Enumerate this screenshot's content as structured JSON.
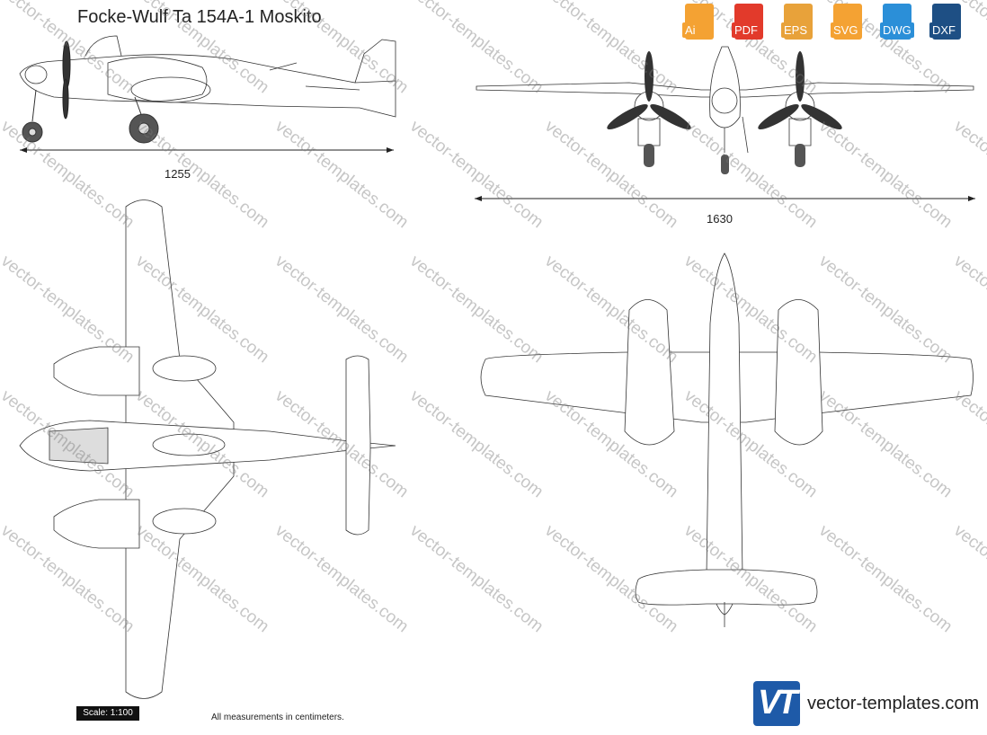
{
  "title": "Focke-Wulf Ta 154A-1 Moskito",
  "formats": [
    {
      "label": "Ai",
      "color": "#f4a233",
      "icon": "ai-file-icon"
    },
    {
      "label": "PDF",
      "color": "#e23a2b",
      "icon": "pdf-file-icon"
    },
    {
      "label": "EPS",
      "color": "#e8a23a",
      "icon": "eps-file-icon"
    },
    {
      "label": "SVG",
      "color": "#f4a233",
      "icon": "svg-file-icon"
    },
    {
      "label": "DWG",
      "color": "#2b8fd8",
      "icon": "dwg-file-icon"
    },
    {
      "label": "DXF",
      "color": "#1e4f84",
      "icon": "dxf-file-icon"
    }
  ],
  "dimensions": {
    "side_length": "1255",
    "front_span": "1630"
  },
  "scale": "Scale: 1:100",
  "note": "All measurements in centimeters.",
  "brand": {
    "logo_text": "VT",
    "name": "vector-templates.com",
    "color": "#1e5aa8"
  },
  "watermark": "vector-templates.com"
}
